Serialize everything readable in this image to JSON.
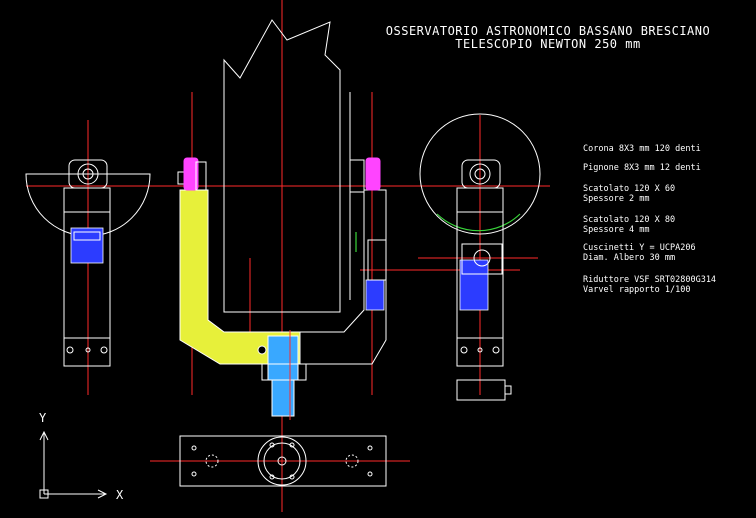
{
  "title": {
    "line1": "OSSERVATORIO ASTRONOMICO BASSANO BRESCIANO",
    "line2": "TELESCOPIO NEWTON 250 mm"
  },
  "notes": [
    "Corona 8X3 mm 120 denti",
    "Pignone 8X3 mm 12 denti",
    "Scatolato 120 X 60",
    "Spessore 2 mm",
    "Scatolato 120 X 80",
    "Spessore 4 mm",
    "Cuscinetti Y = UCPA206",
    "Diam. Albero 30 mm",
    "Riduttore VSF SRT02800G314",
    "Varvel rapporto 1/100"
  ],
  "ucs": {
    "y_label": "Y",
    "x_label": "X"
  },
  "colors": {
    "background": "#000000",
    "lines": "#ffffff",
    "center_lines": "#ff2a2a",
    "fork_arm": "#e7f03a",
    "blue_parts": "#2c3cff",
    "shaft": "#39a8ff",
    "bearings": "#ff44ff"
  }
}
